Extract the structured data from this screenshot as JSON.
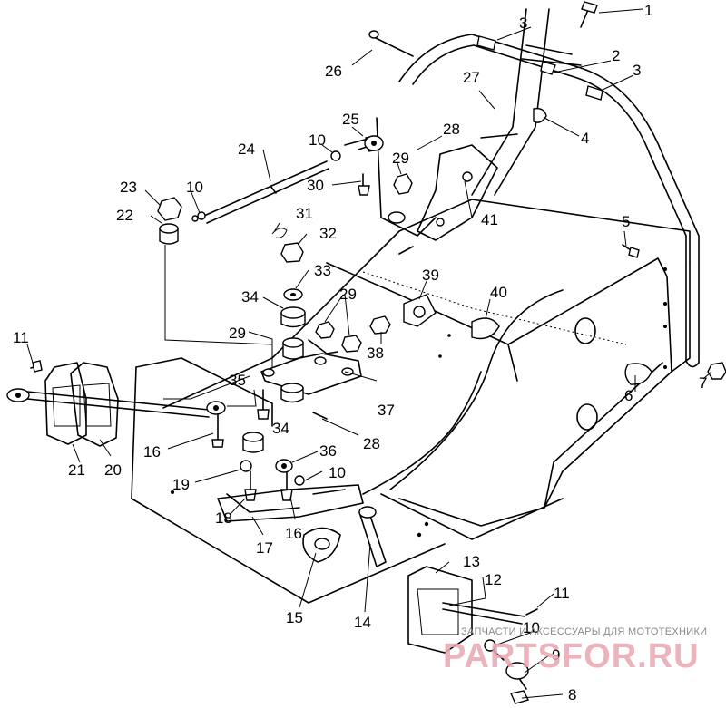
{
  "watermark": {
    "tagline": "ЗАПЧАСТИ И АКСЕССУАРЫ ДЛЯ МОТОТЕХНИКИ",
    "brand": "PARTSFOR.RU",
    "color": "#e8a6b0"
  },
  "callouts": [
    "1",
    "2",
    "3",
    "3",
    "4",
    "5",
    "6",
    "7",
    "8",
    "9",
    "10",
    "10",
    "10",
    "10",
    "11",
    "11",
    "12",
    "13",
    "14",
    "15",
    "16",
    "16",
    "17",
    "18",
    "19",
    "20",
    "21",
    "22",
    "23",
    "24",
    "25",
    "26",
    "27",
    "28",
    "28",
    "29",
    "29",
    "29",
    "30",
    "31",
    "32",
    "33",
    "34",
    "34",
    "35",
    "36",
    "37",
    "38",
    "39",
    "40",
    "41"
  ]
}
